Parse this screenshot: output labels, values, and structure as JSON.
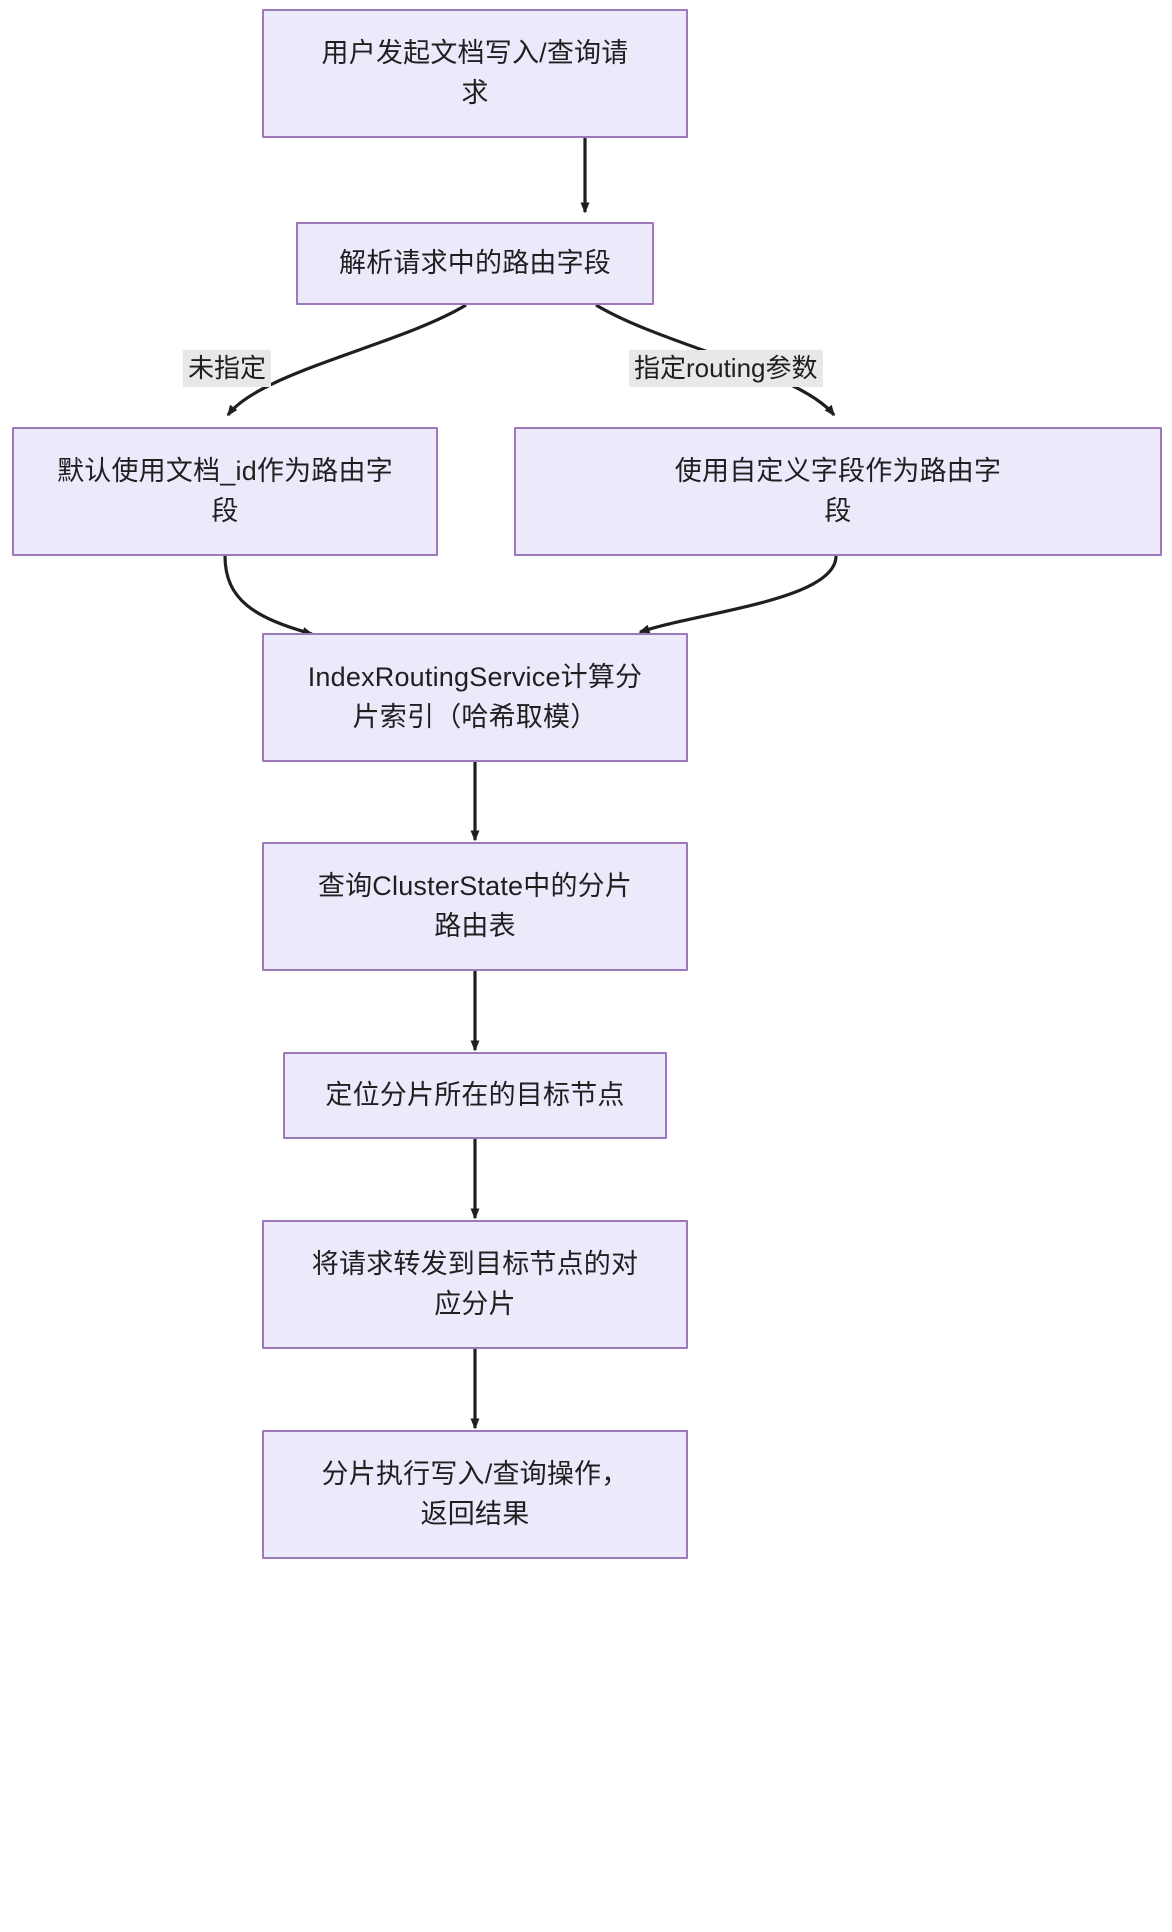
{
  "diagram": {
    "type": "flowchart",
    "direction": "top-to-bottom",
    "theme": {
      "node_fill": "#ECE9FB",
      "node_stroke": "#9D79BC",
      "edge_stroke": "#1f1f20",
      "edge_label_background": "#E8E8E8",
      "text_color": "#1f1f20",
      "canvas_background": "#ffffff"
    },
    "nodes": [
      {
        "id": "n1",
        "label": "用户发起文档写入/查询请\n求"
      },
      {
        "id": "n2",
        "label": "解析请求中的路由字段"
      },
      {
        "id": "n3",
        "label": "默认使用文档_id作为路由字\n段"
      },
      {
        "id": "n4",
        "label": "使用自定义字段作为路由字\n段"
      },
      {
        "id": "n5",
        "label": "IndexRoutingService计算分\n片索引（哈希取模）"
      },
      {
        "id": "n6",
        "label": "查询ClusterState中的分片\n路由表"
      },
      {
        "id": "n7",
        "label": "定位分片所在的目标节点"
      },
      {
        "id": "n8",
        "label": "将请求转发到目标节点的对\n应分片"
      },
      {
        "id": "n9",
        "label": "分片执行写入/查询操作，\n返回结果"
      }
    ],
    "edges": [
      {
        "from": "n1",
        "to": "n2",
        "label": ""
      },
      {
        "from": "n2",
        "to": "n3",
        "label": "未指定"
      },
      {
        "from": "n2",
        "to": "n4",
        "label": "指定routing参数"
      },
      {
        "from": "n3",
        "to": "n5",
        "label": ""
      },
      {
        "from": "n4",
        "to": "n5",
        "label": ""
      },
      {
        "from": "n5",
        "to": "n6",
        "label": ""
      },
      {
        "from": "n6",
        "to": "n7",
        "label": ""
      },
      {
        "from": "n7",
        "to": "n8",
        "label": ""
      },
      {
        "from": "n8",
        "to": "n9",
        "label": ""
      }
    ],
    "edge_labels": {
      "branch_left": "未指定",
      "branch_right": "指定routing参数"
    }
  }
}
